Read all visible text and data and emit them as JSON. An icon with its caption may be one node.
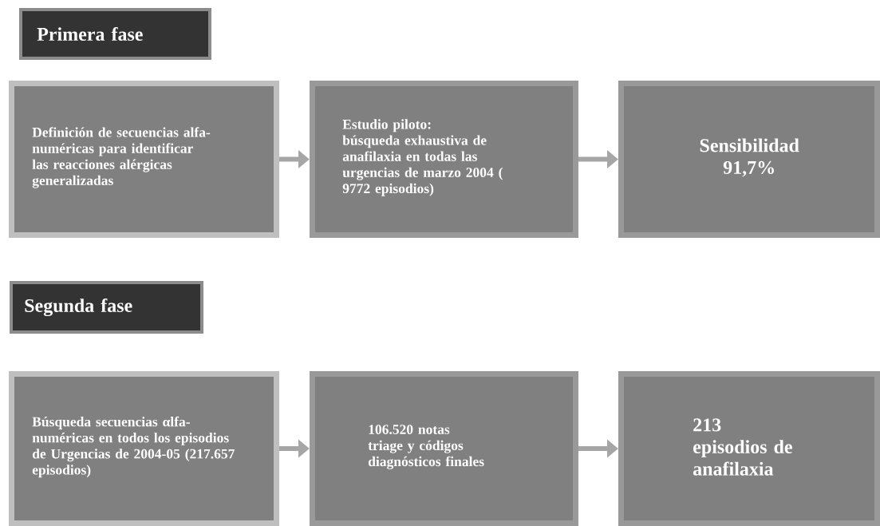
{
  "diagram": {
    "nodes": [
      {
        "text": [
          "Primera fase"
        ]
      },
      {
        "text": [
          "Definición de secuencias alfa-numéricas para identificar las reacciones alérgicas generalizadas"
        ]
      },
      {
        "text": [
          "Estudio  piloto:",
          "búsqueda exhaustiva de anafilaxia en todas las urgencias de marzo 2004 ( 9772 episodios)"
        ]
      },
      {
        "text": [
          "Sensibilidad",
          "91,7%"
        ]
      },
      {
        "text": [
          "Segunda fase"
        ]
      },
      {
        "text": [
          "Búsqueda  secuencias αlfa-numéricas en todos los episodios de Urgencias  de 2004-05  (217.657 episodios)"
        ]
      },
      {
        "text": [
          "106.520 notas",
          "triage y códigos diagnósticos finales"
        ]
      },
      {
        "text": [
          "213",
          "episodios de anafilaxia"
        ]
      }
    ],
    "edges": [
      {
        "from": 1,
        "to": 2,
        "arrow": "to"
      },
      {
        "from": 2,
        "to": 3,
        "arrow": "to"
      },
      {
        "from": 5,
        "to": 6,
        "arrow": "to"
      },
      {
        "from": 6,
        "to": 7,
        "arrow": "to"
      }
    ]
  }
}
